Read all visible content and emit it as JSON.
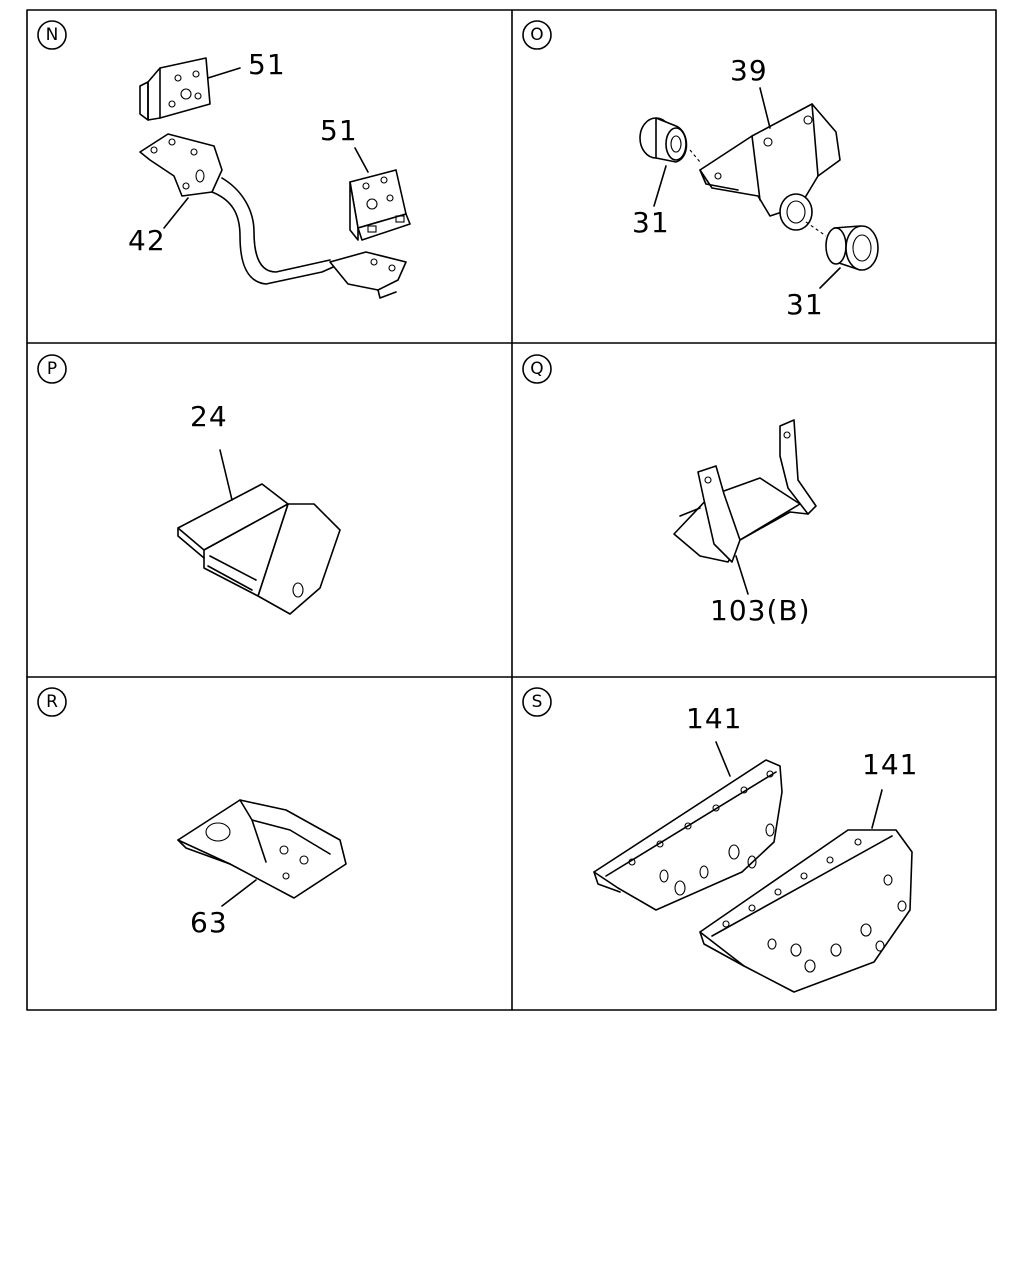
{
  "panels": [
    {
      "id": "N",
      "callouts": [
        "51",
        "51",
        "42"
      ]
    },
    {
      "id": "O",
      "callouts": [
        "39",
        "31",
        "31"
      ]
    },
    {
      "id": "P",
      "callouts": [
        "24"
      ]
    },
    {
      "id": "Q",
      "callouts": [
        "103(B)"
      ]
    },
    {
      "id": "R",
      "callouts": [
        "63"
      ]
    },
    {
      "id": "S",
      "callouts": [
        "141",
        "141"
      ]
    }
  ]
}
